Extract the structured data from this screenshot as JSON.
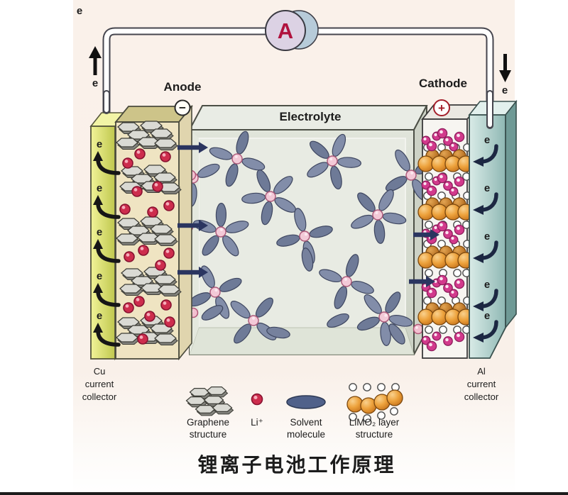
{
  "title": "锂离子电池工作原理",
  "ammeter": {
    "label": "A"
  },
  "electron_label": "e",
  "electrodes": {
    "anode_label": "Anode",
    "cathode_label": "Cathode",
    "electrolyte_label": "Electrolyte",
    "anode_sign": "−",
    "cathode_sign": "+"
  },
  "collectors": {
    "cu_lines": [
      "Cu",
      "current",
      "collector"
    ],
    "al_lines": [
      "Al",
      "current",
      "collector"
    ]
  },
  "legend": {
    "graphene": [
      "Graphene",
      "structure"
    ],
    "li_ion": "Li⁺",
    "solvent": [
      "Solvent",
      "molecule"
    ],
    "limo2": [
      "LiMO₂ layer",
      "structure"
    ]
  },
  "colors": {
    "background_cream": "#faf1ea",
    "wire_outline": "#45454e",
    "ammeter_fill": "#dcd2e4",
    "ammeter_shadow": "#b7cbd9",
    "ammeter_letter": "#b0123e",
    "cu_collector": "#d7dd63",
    "cu_side": "#9aa83c",
    "anode_front": "#efe4c2",
    "anode_top": "#cdc489",
    "electrolyte_front": "#dce1d6",
    "electrolyte_top": "#e9ece5",
    "graphene_gray": "#dadad4",
    "li_red": "#cd2d4d",
    "li_pale_pink": "#f2c0d0",
    "li_magenta": "#d23a8c",
    "solvent_blue": "#75809c",
    "navy_arrow": "#2b3560",
    "black_arrow": "#161616",
    "limo2_orange": "#eda23c",
    "cathode_front": "#f7f5f1",
    "al_collector": "#b9d8d3",
    "al_side": "#6f9a96",
    "plus_red": "#a31e2a",
    "bottom_bar": "#1c1c1c"
  }
}
